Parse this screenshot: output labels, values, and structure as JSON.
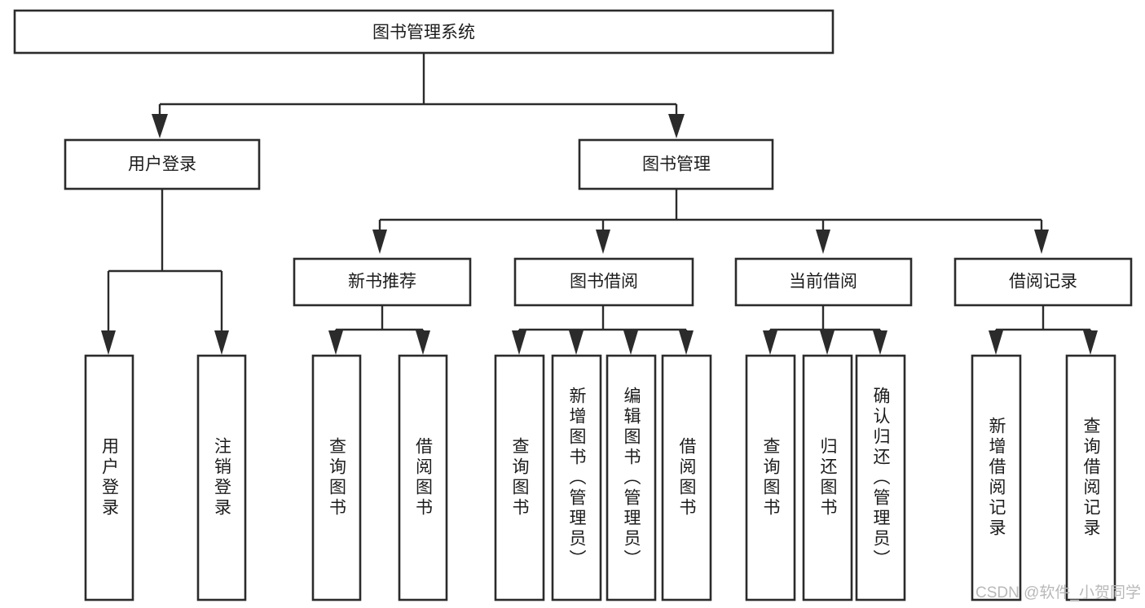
{
  "diagram": {
    "type": "hierarchy-tree",
    "title": "图书管理系统",
    "root": {
      "id": "root",
      "label": "图书管理系统"
    },
    "level1": [
      {
        "id": "user-login",
        "label": "用户登录"
      },
      {
        "id": "book-manage",
        "label": "图书管理"
      }
    ],
    "level2": [
      {
        "id": "new-book-recommend",
        "label": "新书推荐",
        "parent": "book-manage"
      },
      {
        "id": "book-borrow",
        "label": "图书借阅",
        "parent": "book-manage"
      },
      {
        "id": "current-borrow",
        "label": "当前借阅",
        "parent": "book-manage"
      },
      {
        "id": "borrow-record",
        "label": "借阅记录",
        "parent": "book-manage"
      }
    ],
    "leaves": {
      "user-login": [
        {
          "id": "leaf-user-login",
          "label": "用户登录"
        },
        {
          "id": "leaf-logout-login",
          "label": "注销登录"
        }
      ],
      "new-book-recommend": [
        {
          "id": "leaf-query-book-1",
          "label": "查询图书"
        },
        {
          "id": "leaf-borrow-book-1",
          "label": "借阅图书"
        }
      ],
      "book-borrow": [
        {
          "id": "leaf-query-book-2",
          "label": "查询图书"
        },
        {
          "id": "leaf-add-book",
          "label": "新增图书（管理员）"
        },
        {
          "id": "leaf-edit-book",
          "label": "编辑图书（管理员）"
        },
        {
          "id": "leaf-borrow-book-2",
          "label": "借阅图书"
        }
      ],
      "current-borrow": [
        {
          "id": "leaf-query-book-3",
          "label": "查询图书"
        },
        {
          "id": "leaf-return-book",
          "label": "归还图书"
        },
        {
          "id": "leaf-confirm-return",
          "label": "确认归还（管理员）"
        }
      ],
      "borrow-record": [
        {
          "id": "leaf-add-record",
          "label": "新增借阅记录"
        },
        {
          "id": "leaf-query-record",
          "label": "查询借阅记录"
        }
      ]
    }
  },
  "watermark": {
    "text": "CSDN @软件_小贺同学"
  },
  "colors": {
    "stroke": "#2b2b2b",
    "fill": "#ffffff",
    "text": "#1c1c1c",
    "watermark": "#b9b9b9"
  }
}
